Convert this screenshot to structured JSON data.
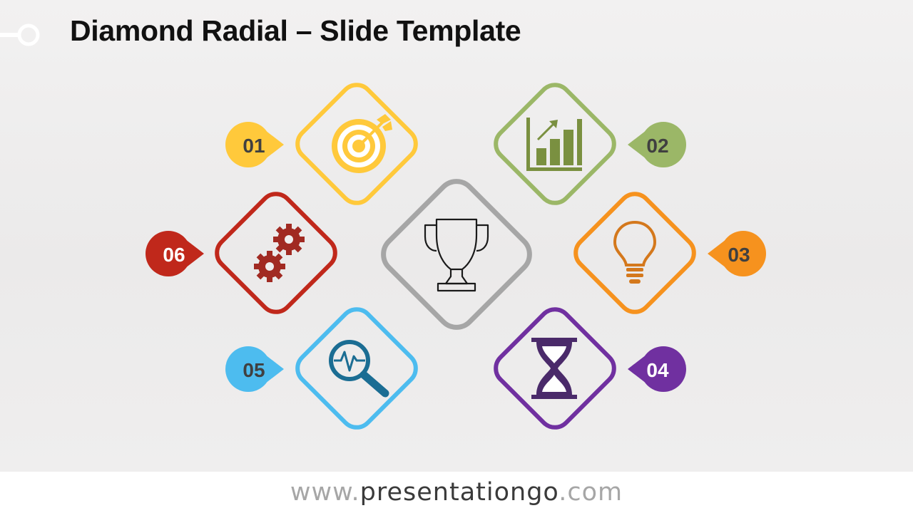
{
  "slide": {
    "title": "Diamond Radial – Slide Template"
  },
  "footer": {
    "prefix": "www.",
    "brand": "presentationgo",
    "suffix": ".com"
  },
  "center": {
    "icon": "trophy-icon",
    "border_color": "#a6a6a6"
  },
  "items": [
    {
      "number": "01",
      "color": "#ffc93b",
      "text_color": "#404040",
      "icon": "target-icon"
    },
    {
      "number": "02",
      "color": "#9bb767",
      "text_color": "#404040",
      "icon": "growth-chart-icon"
    },
    {
      "number": "03",
      "color": "#f6921e",
      "text_color": "#404040",
      "icon": "lightbulb-icon"
    },
    {
      "number": "04",
      "color": "#7030a0",
      "text_color": "#ffffff",
      "icon": "hourglass-icon"
    },
    {
      "number": "05",
      "color": "#4dbcef",
      "text_color": "#404040",
      "icon": "magnifier-pulse-icon"
    },
    {
      "number": "06",
      "color": "#c0281b",
      "text_color": "#ffffff",
      "icon": "gears-icon"
    }
  ]
}
